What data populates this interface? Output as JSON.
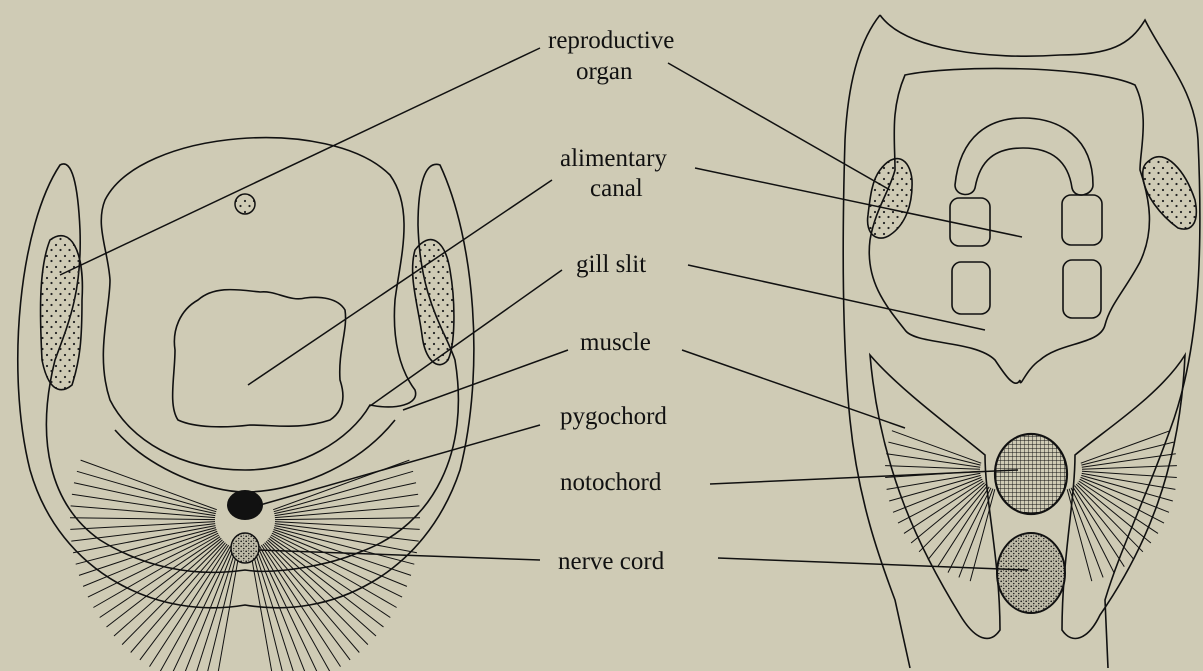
{
  "labels": {
    "reproductive_organ_1": "reproductive",
    "reproductive_organ_2": "organ",
    "alimentary_canal_1": "alimentary",
    "alimentary_canal_2": "canal",
    "gill_slit": "gill slit",
    "muscle": "muscle",
    "pygochord": "pygochord",
    "notochord": "notochord",
    "nerve_cord": "nerve cord"
  },
  "colors": {
    "background": "#cfcbb5",
    "ink": "#111111"
  }
}
